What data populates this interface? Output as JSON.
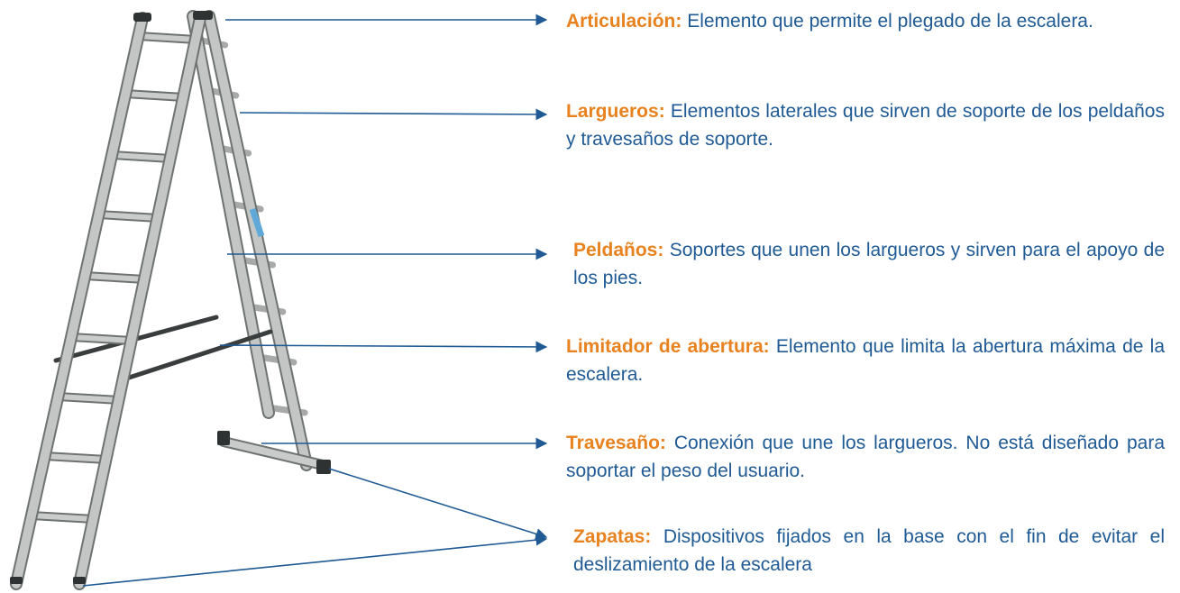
{
  "colors": {
    "term": "#e8821f",
    "text": "#1f5a94",
    "arrow": "#1f5a94",
    "ladder_metal": "#b9bcbb",
    "ladder_edge": "#6e7370",
    "ladder_dark": "#2f3232"
  },
  "parts": [
    {
      "term": "Articulación:",
      "description": "Elemento que permite el plegado de la escalera."
    },
    {
      "term": "Largueros:",
      "description": "Elementos laterales que sirven de soporte de los peldaños y travesaños de soporte."
    },
    {
      "term": "Peldaños:",
      "description": "Soportes que unen los largueros y sirven para el apoyo de los pies."
    },
    {
      "term": "Limitador de abertura:",
      "description": "Elemento que limita la abertura máxima de la escalera."
    },
    {
      "term": "Travesaño:",
      "description": "Conexión que une los largueros. No está diseñado para soportar el peso del usuario."
    },
    {
      "term": "Zapatas:",
      "description": "Dispositivos fijados en la base con el fin de evitar el deslizamiento de la escalera"
    }
  ]
}
